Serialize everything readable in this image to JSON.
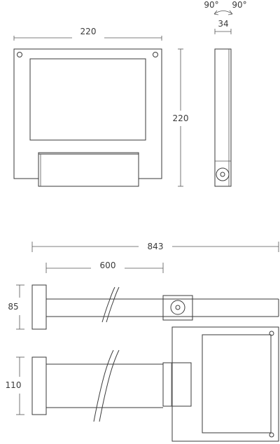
{
  "dimensions": {
    "front_width": "220",
    "front_height": "220",
    "side_depth": "34",
    "tilt_left": "90°",
    "tilt_right": "90°",
    "total_length": "843",
    "arm_length": "600",
    "arm_height": "85",
    "mount_height": "110"
  },
  "colors": {
    "line": "#3a3a3a",
    "background": "#ffffff"
  }
}
